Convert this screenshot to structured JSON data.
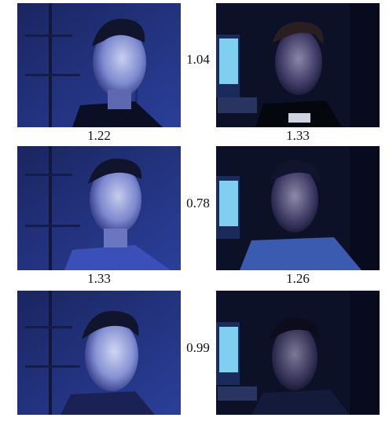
{
  "rows": [
    {
      "between_label": "1.04",
      "left_caption": "1.22",
      "right_caption": "1.33",
      "left_image": "face-left-lit-person-1",
      "right_image": "face-front-dark-person-1"
    },
    {
      "between_label": "0.78",
      "left_caption": "1.33",
      "right_caption": "1.26",
      "left_image": "face-left-lit-person-2",
      "right_image": "face-front-dark-person-2"
    },
    {
      "between_label": "0.99",
      "left_caption": "",
      "right_caption": "",
      "left_image": "face-left-lit-person-3",
      "right_image": "face-front-dark-person-3"
    }
  ],
  "colors": {
    "background": "#ffffff",
    "photo_dark": "#0b1030",
    "photo_blue": "#2a3a8a",
    "monitor": "#7fd0f0"
  }
}
